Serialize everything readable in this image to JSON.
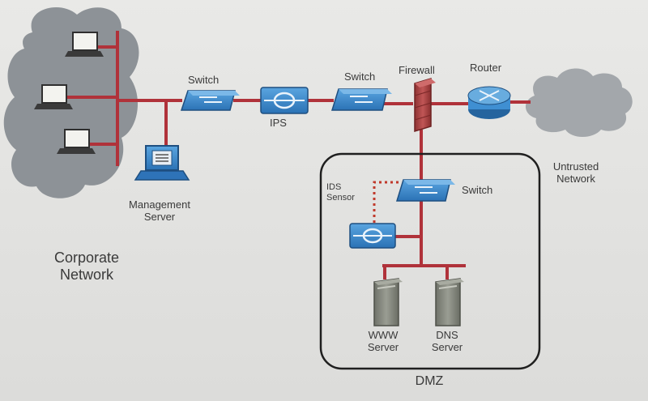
{
  "labels": {
    "switch_left": "Switch",
    "ips": "IPS",
    "switch_right": "Switch",
    "firewall": "Firewall",
    "router": "Router",
    "untrusted_line1": "Untrusted",
    "untrusted_line2": "Network",
    "ids_line1": "IDS",
    "ids_line2": "Sensor",
    "switch_dmz": "Switch",
    "mgmt_line1": "Management",
    "mgmt_line2": "Server",
    "corporate_line1": "Corporate",
    "corporate_line2": "Network",
    "www_line1": "WWW",
    "www_line2": "Server",
    "dns_line1": "DNS",
    "dns_line2": "Server",
    "dmz": "DMZ"
  },
  "colors": {
    "link": "#b0323a",
    "device": "#3f8fd2",
    "device_dark": "#25649e",
    "cloud_corporate": "#8d9297",
    "cloud_untrusted": "#a3a7ab",
    "firewall": "#b24747",
    "server": "#8a8d84",
    "ids_link": "#c0392b"
  },
  "icons": [
    "laptop-icon",
    "switch-icon",
    "ips-icon",
    "firewall-icon",
    "router-icon",
    "cloud-icon",
    "server-icon",
    "ids-sensor-icon"
  ]
}
